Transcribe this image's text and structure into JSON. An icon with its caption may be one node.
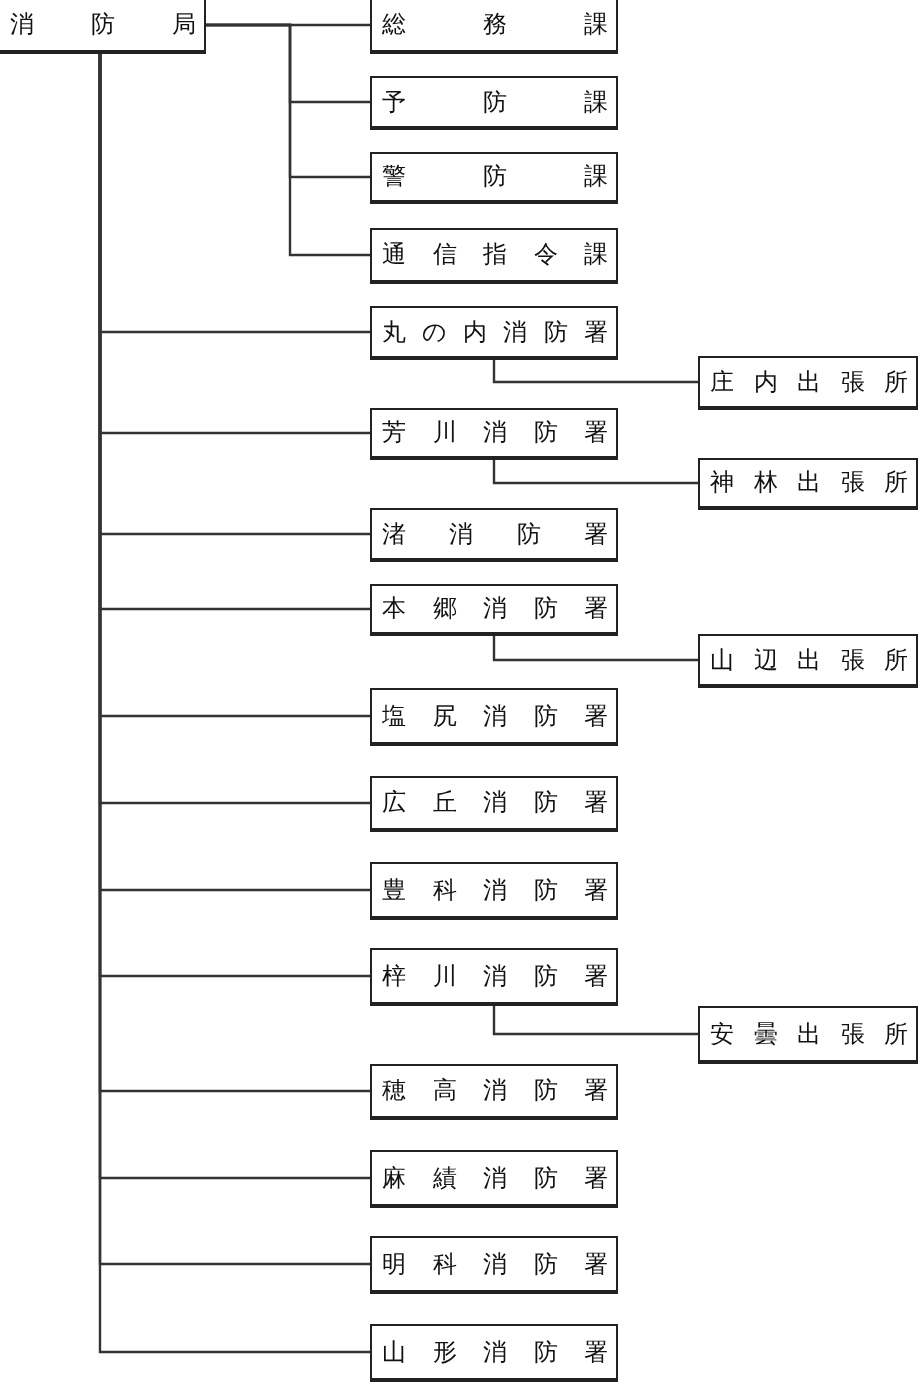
{
  "diagram": {
    "nodes": [
      {
        "text": [
          "消防局"
        ]
      },
      {
        "text": [
          "総務課"
        ]
      },
      {
        "text": [
          "予防課"
        ]
      },
      {
        "text": [
          "警防課"
        ]
      },
      {
        "text": [
          "通信指令課"
        ]
      },
      {
        "text": [
          "丸の内消防署"
        ]
      },
      {
        "text": [
          "庄内出張所"
        ]
      },
      {
        "text": [
          "芳川消防署"
        ]
      },
      {
        "text": [
          "神林出張所"
        ]
      },
      {
        "text": [
          "渚消防署"
        ]
      },
      {
        "text": [
          "本郷消防署"
        ]
      },
      {
        "text": [
          "山辺出張所"
        ]
      },
      {
        "text": [
          "塩尻消防署"
        ]
      },
      {
        "text": [
          "広丘消防署"
        ]
      },
      {
        "text": [
          "豊科消防署"
        ]
      },
      {
        "text": [
          "梓川消防署"
        ]
      },
      {
        "text": [
          "安曇出張所"
        ]
      },
      {
        "text": [
          "穂高消防署"
        ]
      },
      {
        "text": [
          "麻績消防署"
        ]
      },
      {
        "text": [
          "明科消防署"
        ]
      },
      {
        "text": [
          "山形消防署"
        ]
      }
    ],
    "edges": [
      {
        "from": 0,
        "to": 1,
        "arrow": "none"
      },
      {
        "from": 0,
        "to": 2,
        "arrow": "none"
      },
      {
        "from": 0,
        "to": 3,
        "arrow": "none"
      },
      {
        "from": 0,
        "to": 4,
        "arrow": "none"
      },
      {
        "from": 0,
        "to": 5,
        "arrow": "none"
      },
      {
        "from": 5,
        "to": 6,
        "arrow": "none"
      },
      {
        "from": 0,
        "to": 7,
        "arrow": "none"
      },
      {
        "from": 7,
        "to": 8,
        "arrow": "none"
      },
      {
        "from": 0,
        "to": 9,
        "arrow": "none"
      },
      {
        "from": 0,
        "to": 10,
        "arrow": "none"
      },
      {
        "from": 10,
        "to": 11,
        "arrow": "none"
      },
      {
        "from": 0,
        "to": 12,
        "arrow": "none"
      },
      {
        "from": 0,
        "to": 13,
        "arrow": "none"
      },
      {
        "from": 0,
        "to": 14,
        "arrow": "none"
      },
      {
        "from": 0,
        "to": 15,
        "arrow": "none"
      },
      {
        "from": 15,
        "to": 16,
        "arrow": "none"
      },
      {
        "from": 0,
        "to": 17,
        "arrow": "none"
      },
      {
        "from": 0,
        "to": 18,
        "arrow": "none"
      },
      {
        "from": 0,
        "to": 19,
        "arrow": "none"
      },
      {
        "from": 0,
        "to": 20,
        "arrow": "none"
      }
    ]
  }
}
